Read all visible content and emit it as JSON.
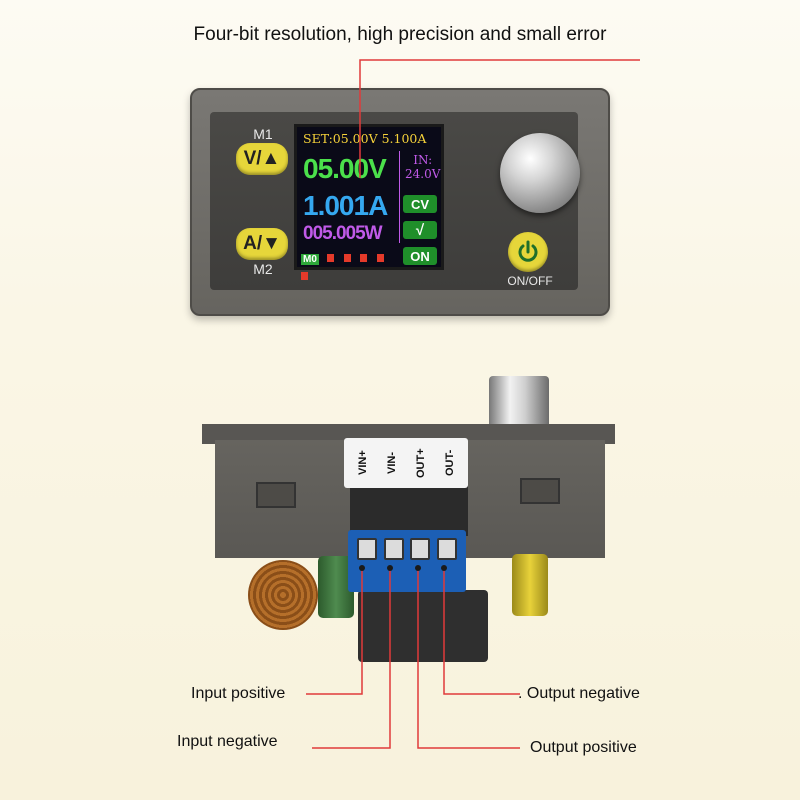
{
  "headline": "Four-bit resolution, high precision and small error",
  "front_panel": {
    "m1_label": "M1",
    "m2_label": "M2",
    "button_va": "V/▲",
    "button_av": "A/▼",
    "onoff_label": "ON/OFF",
    "display": {
      "set_line": "SET:05.00V  5.100A",
      "voltage": "05.00V",
      "current": "1.001A",
      "power": "005.005W",
      "in_label": "IN:",
      "in_value": "24.0V",
      "cv_badge": "CV",
      "check_badge": "√",
      "on_badge": "ON",
      "m_indicator": "M0"
    }
  },
  "back_view": {
    "terminal_labels": [
      "VIN+",
      "VIN-",
      "OUT+",
      "OUT-"
    ]
  },
  "callouts": {
    "input_positive": "Input positive",
    "input_negative": "Input negative",
    "output_negative": ". Output negative",
    "output_positive": "Output positive"
  },
  "colors": {
    "callout_line": "#e03a3a",
    "lcd_voltage": "#4be04b",
    "lcd_current": "#35a8f0",
    "lcd_power": "#c05ae8",
    "lcd_set": "#f5d13a",
    "button_yellow": "#e6d63a"
  }
}
